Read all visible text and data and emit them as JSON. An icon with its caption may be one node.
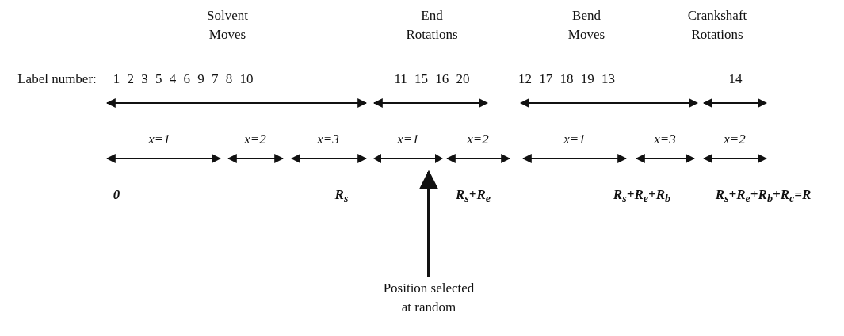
{
  "diagram": {
    "nodes": [
      {
        "text": [
          "Position selected at random"
        ]
      },
      {
        "text": [],
        "shape": "arrow",
        "beside": [
          "x=1"
        ]
      }
    ],
    "edges": [
      {
        "from": 0,
        "to": 1,
        "arrow": "to"
      }
    ],
    "labels": [
      "Solvent Moves",
      "End Rotations",
      "Bend Moves",
      "Crankshaft Rotations",
      "Label number:",
      "1 2 3 5 4 6 9 7 8 10",
      "11 15 16 20",
      "12 17 18 19 13",
      "14",
      "x=1",
      "x=2",
      "x=3",
      "x=2",
      "x=1",
      "x=3",
      "x=2",
      "0",
      "R$_{s}$",
      "R$_{s}$+R$_{e}$",
      "R$_{s}$+R$_{e}$+R$_{b}$",
      "R$_{s}$+R$_{e}$+R$_{b}$+R$_{c}$=R"
    ]
  }
}
